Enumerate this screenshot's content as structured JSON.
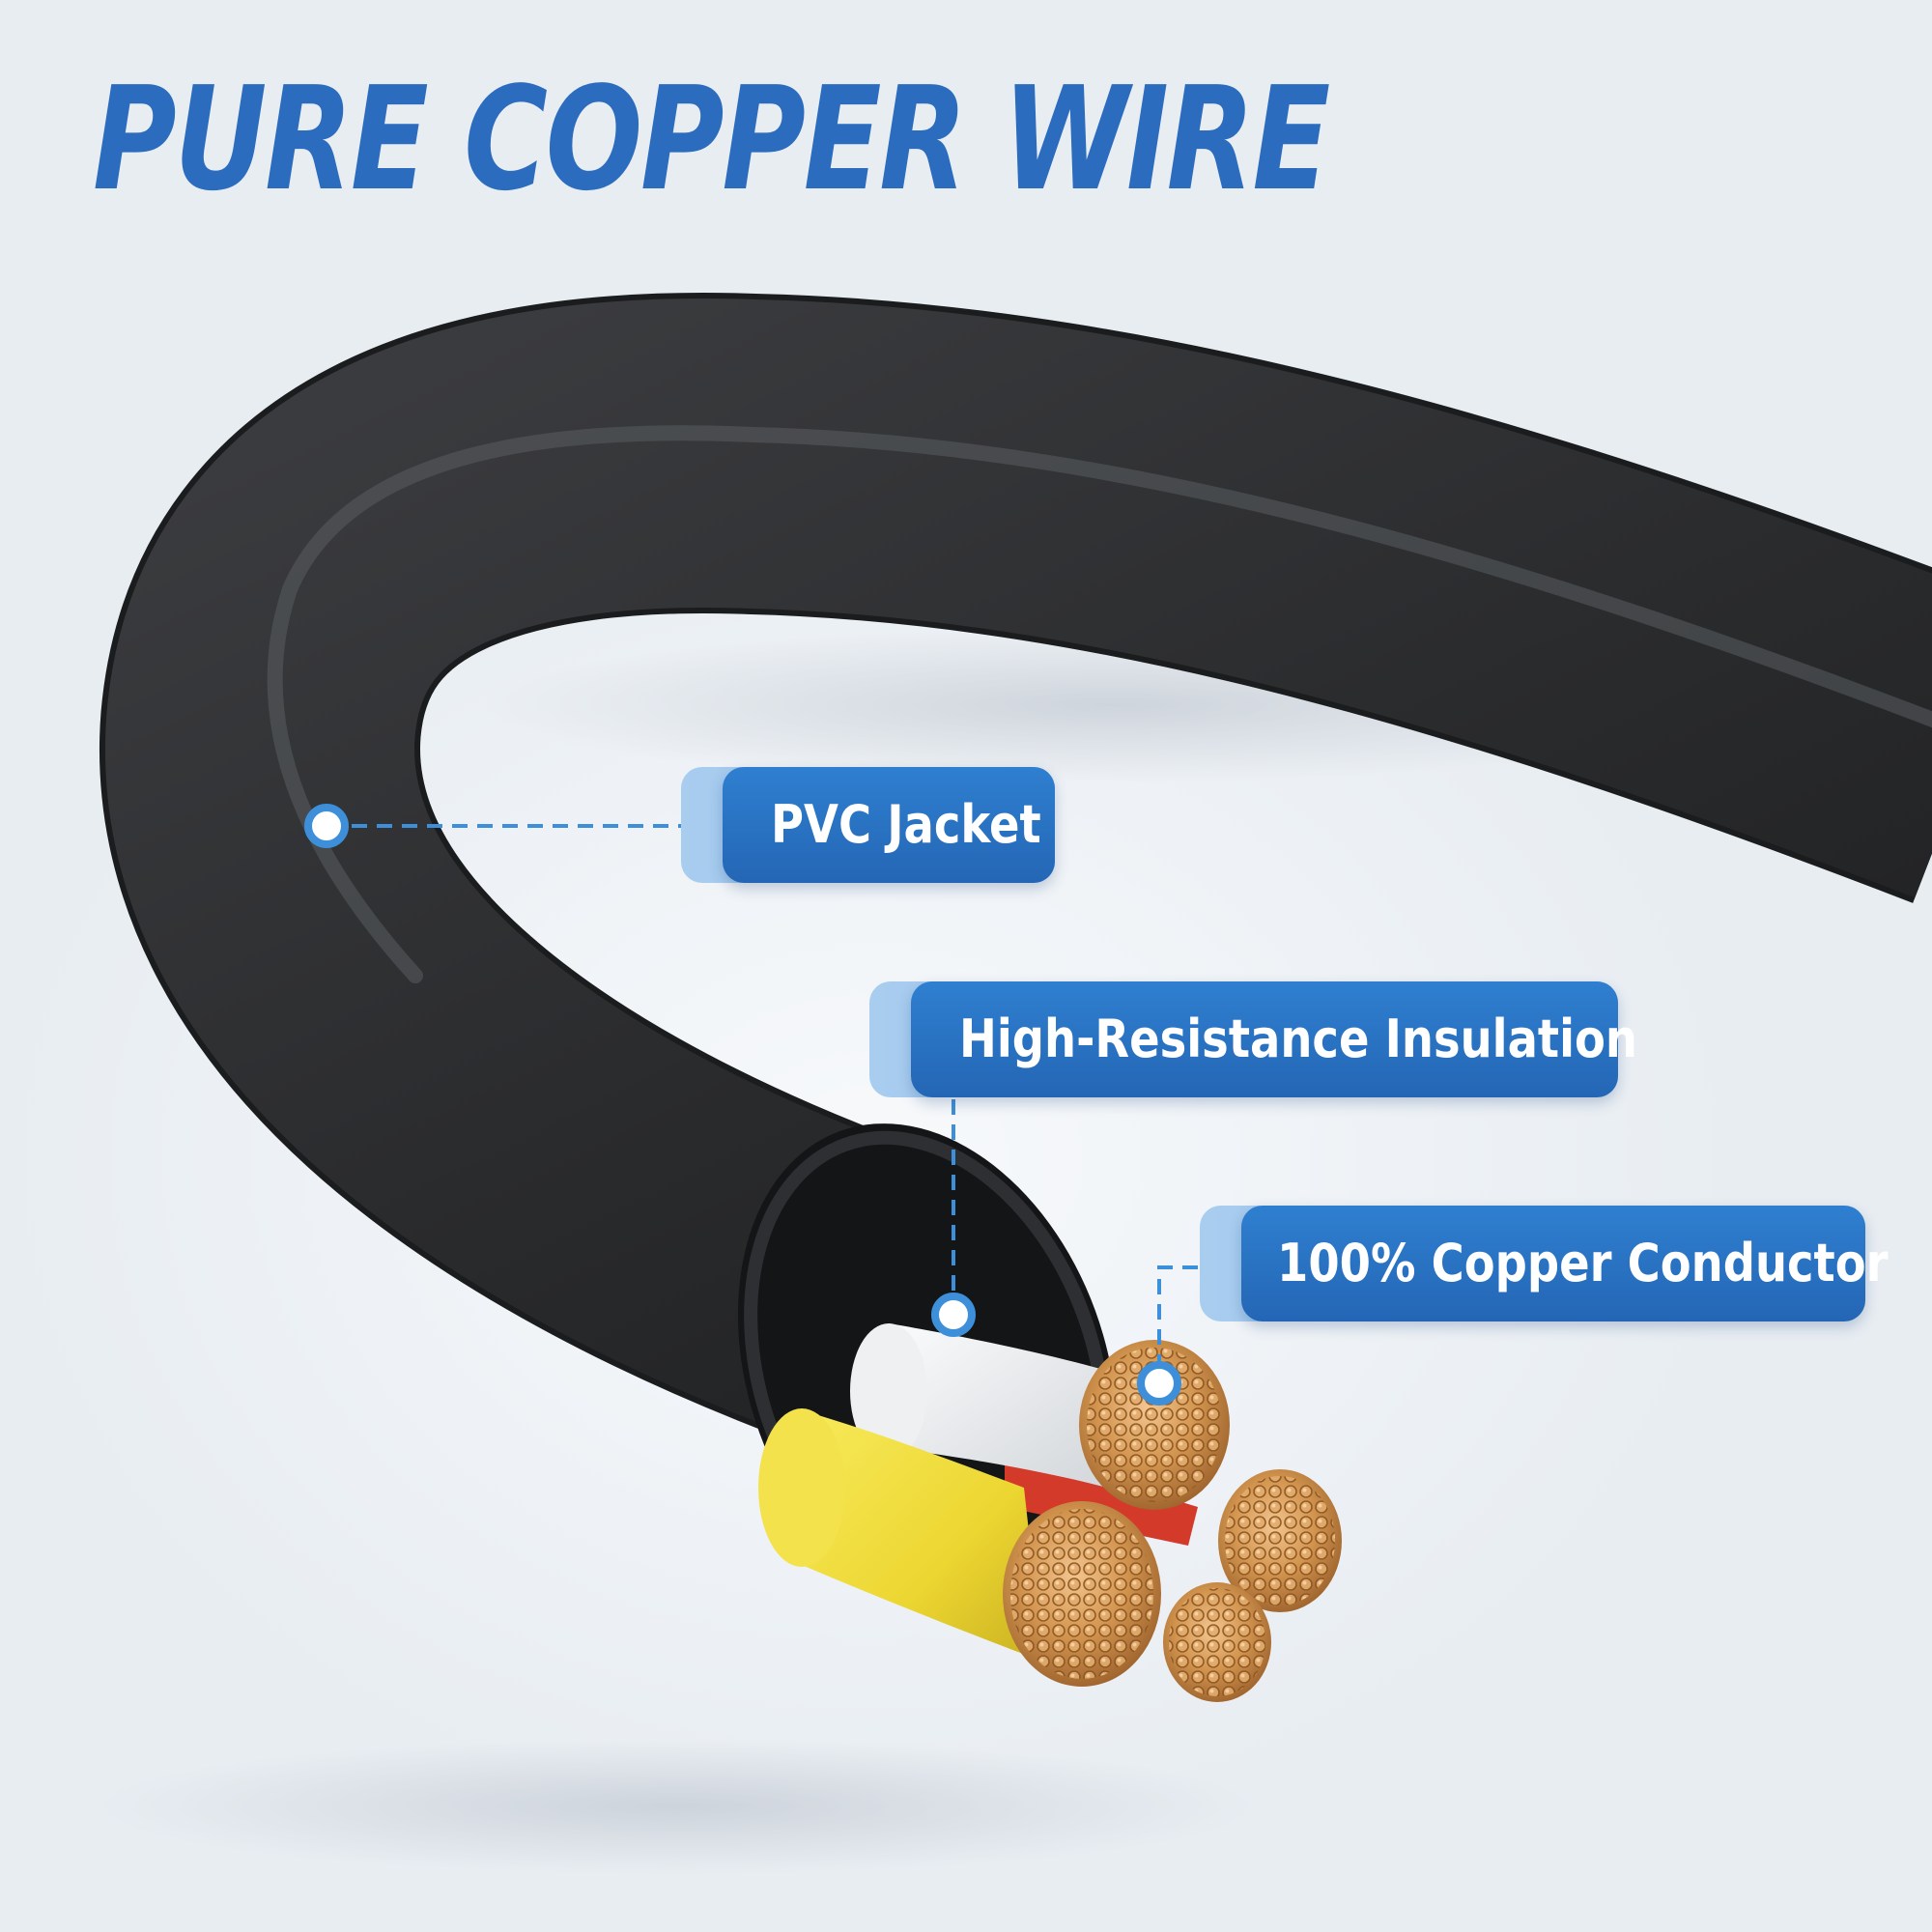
{
  "headline": "PURE COPPER WIRE",
  "callouts": {
    "pvc_jacket": "PVC Jacket",
    "insulation": "High-Resistance Insulation",
    "conductor": "100% Copper Conductor"
  },
  "colors": {
    "headline": "#2b6cbf",
    "callout_pill": "#2a72c3",
    "callout_tab": "#a9cdef",
    "cable_jacket": "#2b2c2e",
    "insulation_white": "#e6e8ea",
    "insulation_yellow": "#f0dd3a",
    "insulation_red": "#d33a2a",
    "copper": "#c98a4b",
    "marker": "#3c8fd8"
  }
}
